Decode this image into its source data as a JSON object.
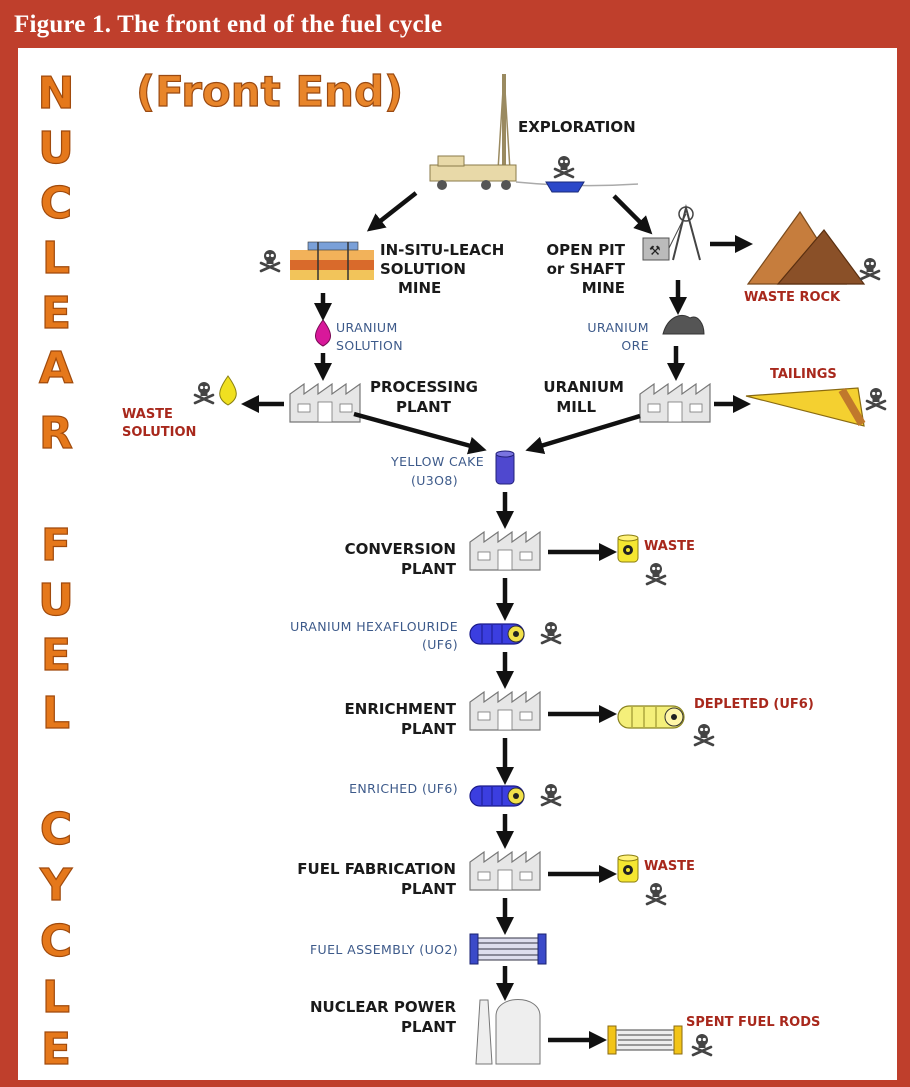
{
  "caption": "Figure 1. The front end of the fuel cycle",
  "side_title": [
    "N",
    "U",
    "C",
    "L",
    "E",
    "A",
    "R",
    "F",
    "U",
    "E",
    "L",
    "C",
    "Y",
    "C",
    "L",
    "E"
  ],
  "front_end": "(Front End)",
  "labels": {
    "exploration": "EXPLORATION",
    "isl": [
      "IN-SITU-LEACH",
      "SOLUTION",
      "MINE"
    ],
    "openpit": [
      "OPEN PIT",
      "or SHAFT",
      "MINE"
    ],
    "waste_rock": "WASTE ROCK",
    "uranium_solution": [
      "URANIUM",
      "SOLUTION"
    ],
    "uranium_ore": [
      "URANIUM",
      "ORE"
    ],
    "processing": [
      "PROCESSING",
      "PLANT"
    ],
    "mill": [
      "URANIUM",
      "MILL"
    ],
    "tailings": "TAILINGS",
    "waste_solution": [
      "WASTE",
      "SOLUTION"
    ],
    "yellow_cake": [
      "YELLOW CAKE",
      "(U3O8)"
    ],
    "conversion": [
      "CONVERSION",
      "PLANT"
    ],
    "waste1": "WASTE",
    "uf6": [
      "URANIUM HEXAFLOURIDE",
      "(UF6)"
    ],
    "enrichment": [
      "ENRICHMENT",
      "PLANT"
    ],
    "depleted": "DEPLETED (UF6)",
    "enriched": "ENRICHED (UF6)",
    "fabrication": [
      "FUEL FABRICATION",
      "PLANT"
    ],
    "waste2": "WASTE",
    "fuel_assembly": "FUEL ASSEMBLY (UO2)",
    "npp": [
      "NUCLEAR POWER",
      "PLANT"
    ],
    "spent": "SPENT FUEL RODS"
  }
}
